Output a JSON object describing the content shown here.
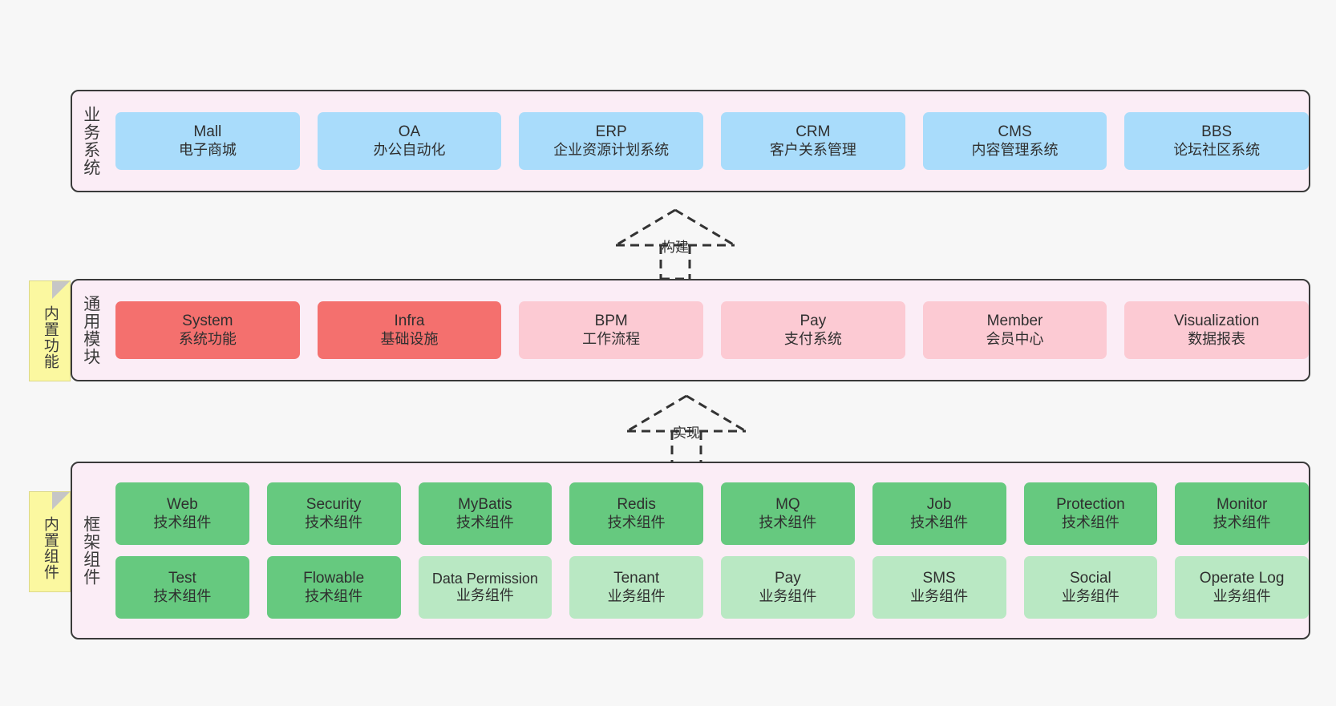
{
  "diagram": {
    "title": "",
    "colors": {
      "background": "#f7f7f7",
      "layer_fill": "#fbedf6",
      "layer_border": "#3a3a3a",
      "business_card": "#a9dcfb",
      "core_module_card": "#f4706e",
      "module_card": "#fccad3",
      "tech_component_card": "#66c97f",
      "biz_component_card": "#b9e8c3",
      "sticky_note": "#fbf8a0"
    }
  },
  "layers": {
    "business": {
      "title": "业务系统",
      "cards": [
        {
          "en": "Mall",
          "cn": "电子商城"
        },
        {
          "en": "OA",
          "cn": "办公自动化"
        },
        {
          "en": "ERP",
          "cn": "企业资源计划系统"
        },
        {
          "en": "CRM",
          "cn": "客户关系管理"
        },
        {
          "en": "CMS",
          "cn": "内容管理系统"
        },
        {
          "en": "BBS",
          "cn": "论坛社区系统"
        }
      ]
    },
    "common": {
      "title": "通用模块",
      "sticky": "内置功能",
      "cards": [
        {
          "en": "System",
          "cn": "系统功能"
        },
        {
          "en": "Infra",
          "cn": "基础设施"
        },
        {
          "en": "BPM",
          "cn": "工作流程"
        },
        {
          "en": "Pay",
          "cn": "支付系统"
        },
        {
          "en": "Member",
          "cn": "会员中心"
        },
        {
          "en": "Visualization",
          "cn": "数据报表"
        }
      ]
    },
    "framework": {
      "title": "框架组件",
      "sticky": "内置组件",
      "row1": [
        {
          "en": "Web",
          "cn": "技术组件"
        },
        {
          "en": "Security",
          "cn": "技术组件"
        },
        {
          "en": "MyBatis",
          "cn": "技术组件"
        },
        {
          "en": "Redis",
          "cn": "技术组件"
        },
        {
          "en": "MQ",
          "cn": "技术组件"
        },
        {
          "en": "Job",
          "cn": "技术组件"
        },
        {
          "en": "Protection",
          "cn": "技术组件"
        },
        {
          "en": "Monitor",
          "cn": "技术组件"
        }
      ],
      "row2": [
        {
          "en": "Test",
          "cn": "技术组件"
        },
        {
          "en": "Flowable",
          "cn": "技术组件"
        },
        {
          "en": "Data Permission",
          "cn": "业务组件"
        },
        {
          "en": "Tenant",
          "cn": "业务组件"
        },
        {
          "en": "Pay",
          "cn": "业务组件"
        },
        {
          "en": "SMS",
          "cn": "业务组件"
        },
        {
          "en": "Social",
          "cn": "业务组件"
        },
        {
          "en": "Operate Log",
          "cn": "业务组件"
        }
      ]
    }
  },
  "connectors": {
    "build": {
      "label": "构建"
    },
    "implement": {
      "label": "实现"
    }
  }
}
